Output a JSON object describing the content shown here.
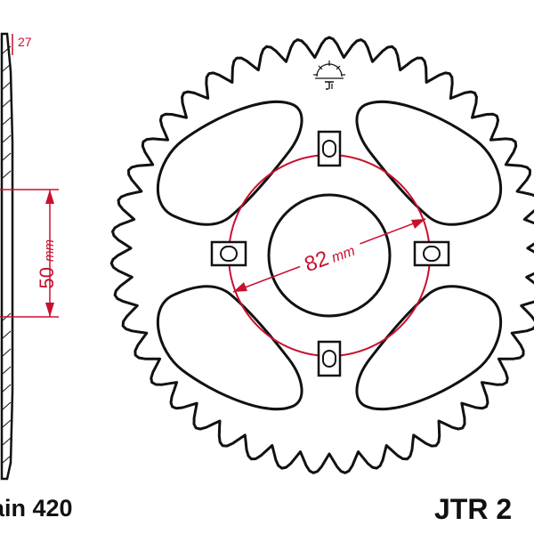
{
  "colors": {
    "outline": "#111111",
    "dimension": "#c8102e",
    "background": "#ffffff"
  },
  "sprocket": {
    "teeth": 43,
    "bolt_circle_value": "82",
    "bolt_circle_unit": "mm"
  },
  "side_view": {
    "thickness_label": "27",
    "offset_value": "50",
    "offset_unit": "mm"
  },
  "labels": {
    "chain": "ain 420",
    "part": "JTR 2"
  },
  "icons": {
    "logo": "jt-logo-icon"
  }
}
